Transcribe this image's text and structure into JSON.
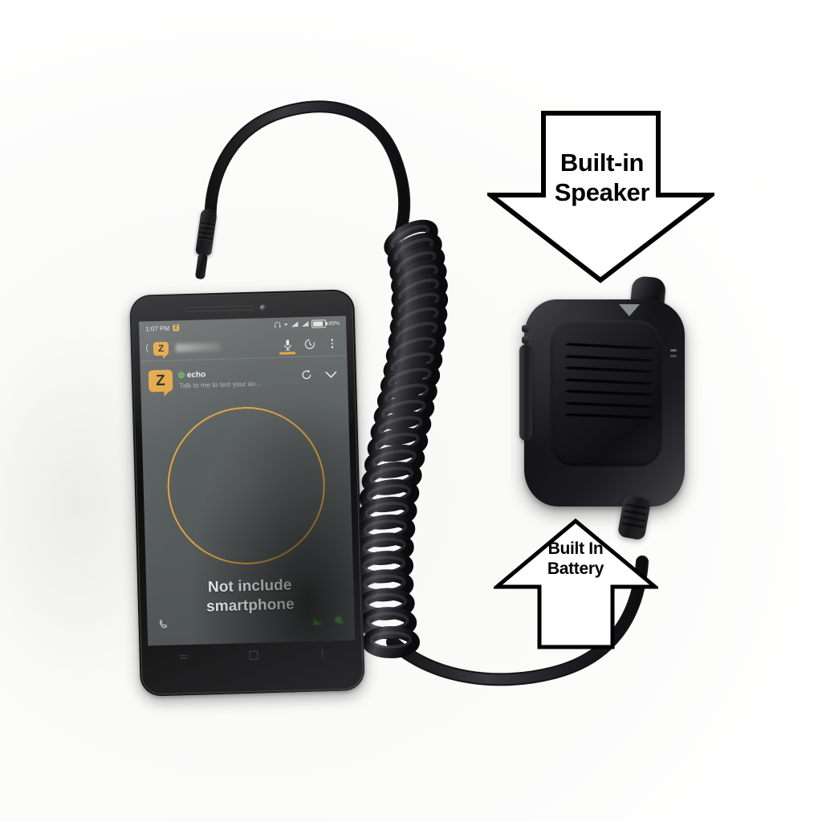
{
  "scene": {
    "background_color": "#ffffff",
    "accent_color": "#e3a33c",
    "online_color": "#49a942"
  },
  "annotations": [
    {
      "id": "speaker",
      "label": "Built-in\nSpeaker",
      "line1": "Built-in",
      "line2": "Speaker",
      "direction": "down",
      "icon": "arrow-down-outline"
    },
    {
      "id": "battery",
      "label": "Built In\nBattery",
      "line1": "Built In",
      "line2": "Battery",
      "direction": "up",
      "icon": "arrow-up-outline"
    }
  ],
  "phone": {
    "status_bar": {
      "time": "1:07 PM",
      "app_chip": "Z",
      "headset_icon": "headphones-icon",
      "dropdown_icon": "caret-down-icon",
      "signal_icon_1": "signal-bars-icon",
      "signal_icon_2": "signal-bars-icon",
      "battery_icon": "battery-icon",
      "battery_percent": "89%"
    },
    "app_bar": {
      "back_icon": "back-chevron-icon",
      "logo_icon": "zello-logo-icon",
      "logo_letter": "Z",
      "title_blurred": "",
      "mic_tab_icon": "microphone-icon",
      "mic_tab_active": true,
      "history_icon": "history-clock-icon",
      "overflow_icon": "overflow-menu-icon"
    },
    "contact": {
      "avatar_letter": "Z",
      "avatar_icon": "zello-logo-icon",
      "status_icon": "online-dot-icon",
      "name": "echo",
      "subtitle": "Talk to me to test your au…",
      "replay_icon": "replay-icon",
      "expand_icon": "chevron-down-icon"
    },
    "ptt": {
      "button_icon": "ptt-ring-icon",
      "ring_color": "#e4a63f"
    },
    "overlay": {
      "line1": "Not include",
      "line2": "smartphone"
    },
    "bottom_bar": {
      "call_icon": "phone-call-icon",
      "signal_icon": "signal-triangle-icon",
      "settings_icon": "gear-icon"
    },
    "nav_bar": {
      "menu_icon": "menu-icon",
      "home_icon": "home-square-icon",
      "back_icon": "back-chevron-icon"
    }
  },
  "speaker_mic": {
    "antenna_icon": "antenna-knob-icon",
    "chevron_icon": "chevron-marker-icon",
    "grille_icon": "speaker-grille-icon",
    "grille_slot_count": 7,
    "ptt_icon": "ptt-bar-icon",
    "side_button_count": 2,
    "led_icon": "led-indicator-icon",
    "strain_relief_icon": "cable-strain-relief-icon"
  },
  "cables": {
    "plug_icon": "audio-plug-icon",
    "coiled_cord_icon": "coiled-cable-icon",
    "coil_count": 26
  }
}
